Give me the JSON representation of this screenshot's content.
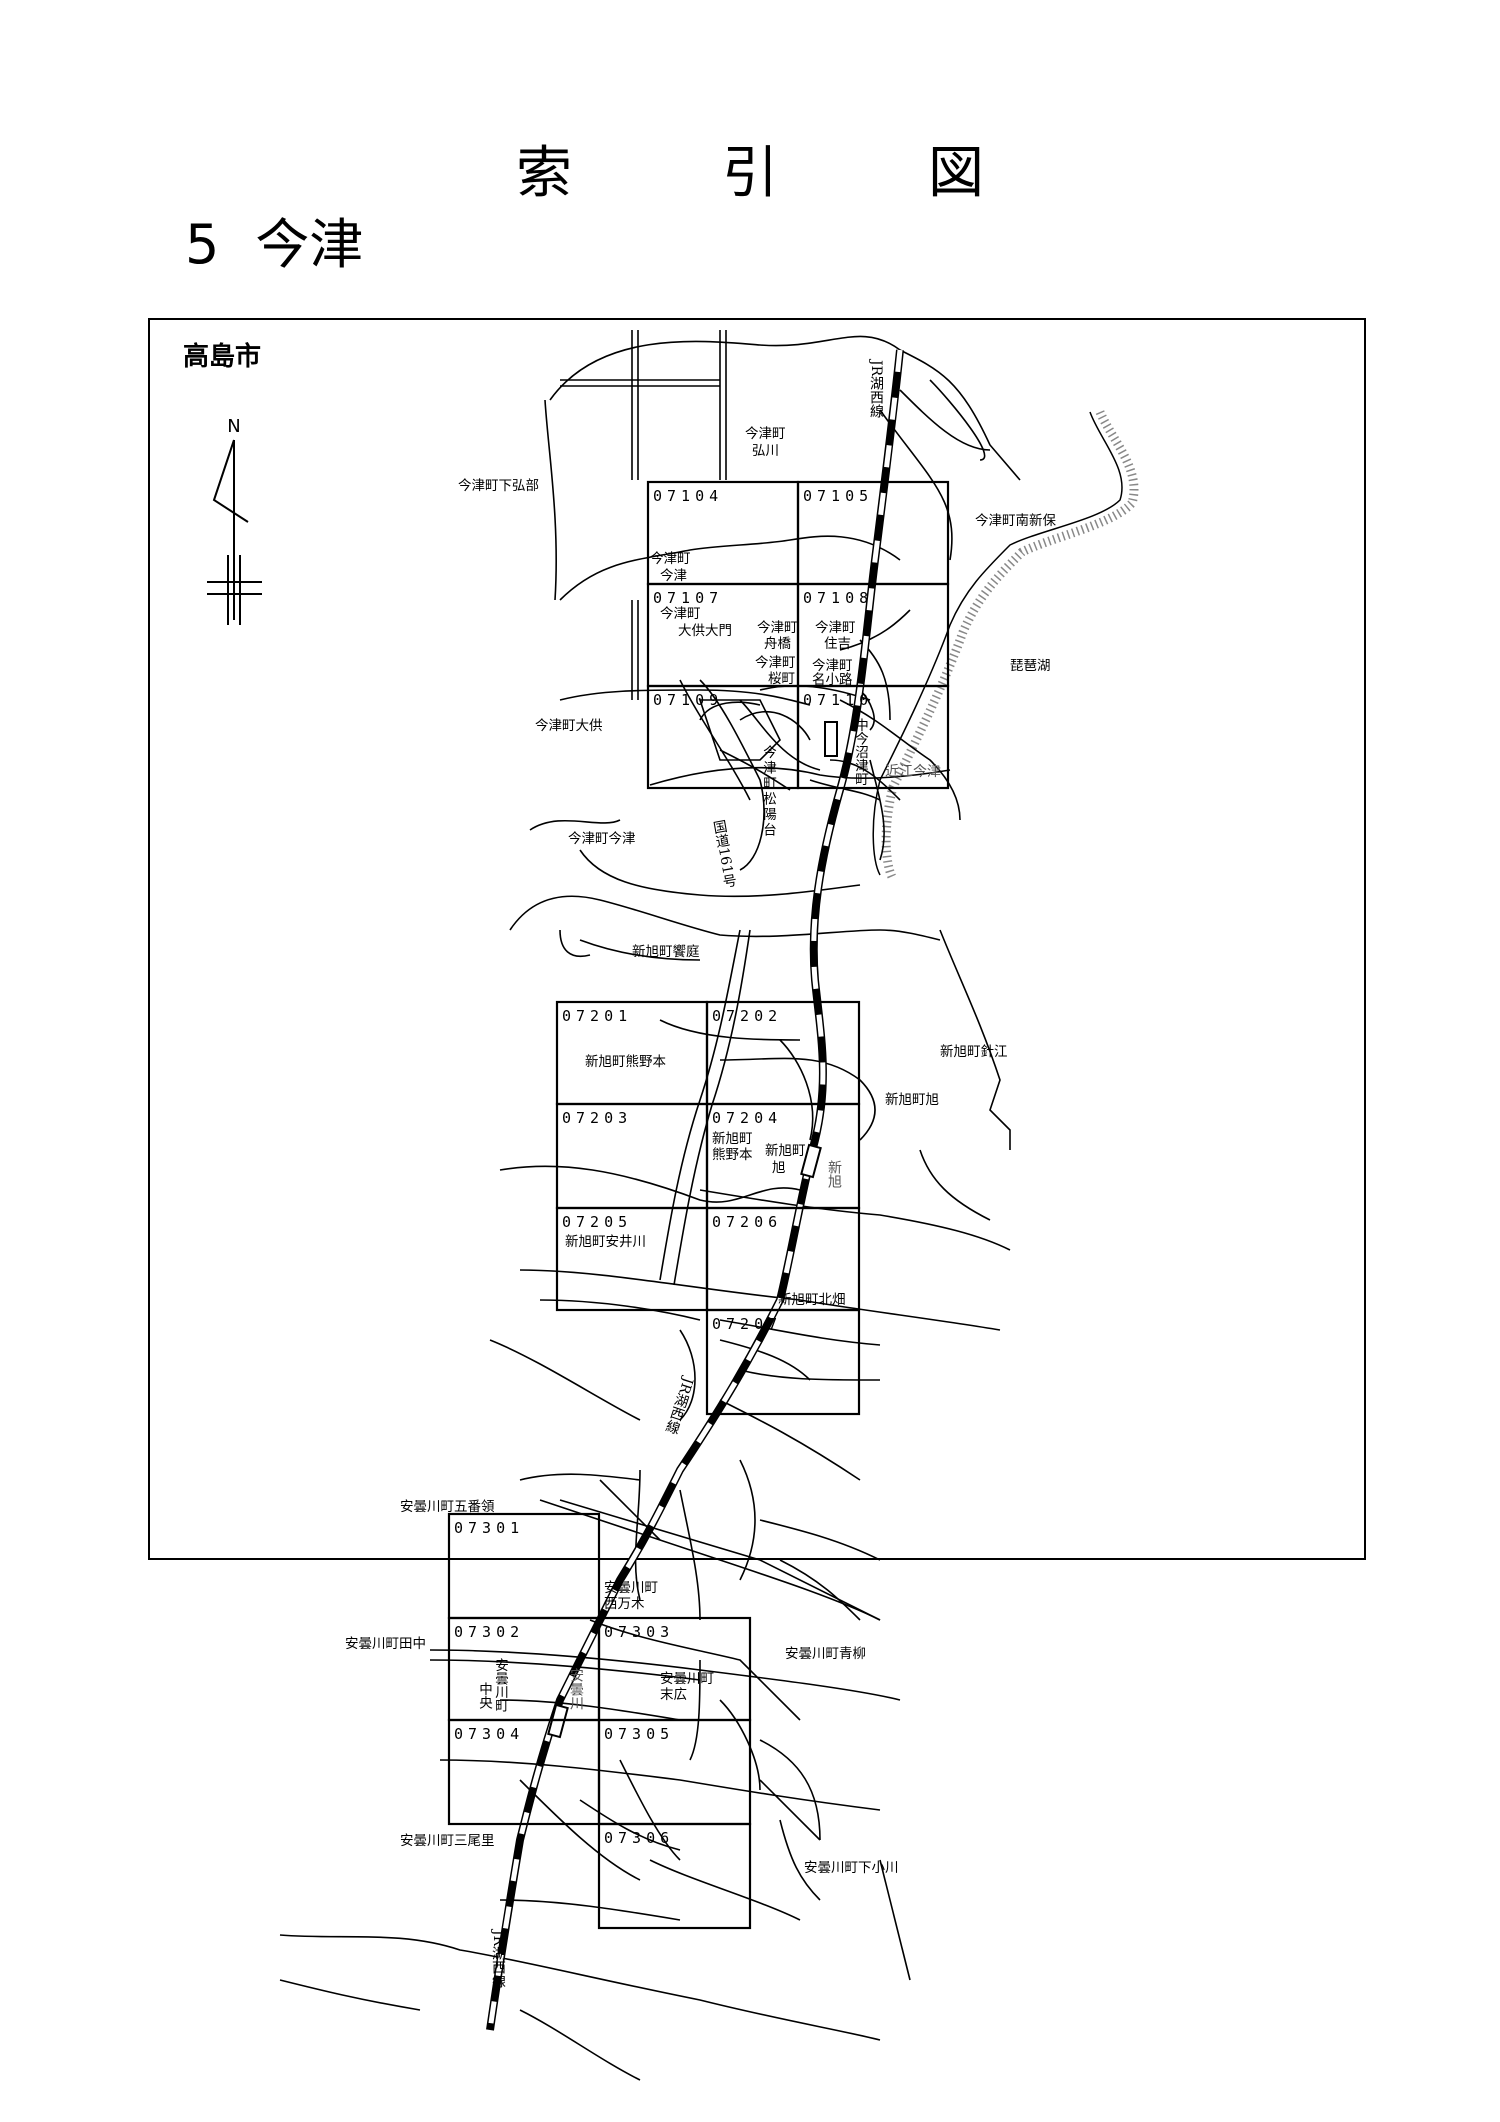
{
  "header": {
    "title": "索引図",
    "section_number": "5",
    "section_name": "今津"
  },
  "map": {
    "city": "高島市",
    "north_label": "N",
    "sheets": {
      "s07104": "07104",
      "s07105": "07105",
      "s07107": "07107",
      "s07108": "07108",
      "s07109": "07109",
      "s07110": "07110",
      "s07201": "07201",
      "s07202": "07202",
      "s07203": "07203",
      "s07204": "07204",
      "s07205": "07205",
      "s07206": "07206",
      "s07207": "07207",
      "s07301": "07301",
      "s07302": "07302",
      "s07303": "07303",
      "s07304": "07304",
      "s07305": "07305",
      "s07306": "07306"
    },
    "places": {
      "hirokawa_1": "今津町",
      "hirokawa_2": "弘川",
      "shimohirobe": "今津町下弘部",
      "minamishinbo": "今津町南新保",
      "imazu_1": "今津町",
      "imazu_2": "今津",
      "daikudaimon_1": "今津町",
      "daikudaimon_2": "大供大門",
      "funabashi_1": "今津町",
      "funabashi_2": "舟橋",
      "sumiyoshi_1": "今津町",
      "sumiyoshi_2": "住吉",
      "sakuramachi_1": "今津町",
      "sakuramachi_2": "桜町",
      "nakoji_1": "今津町",
      "nakoji_2": "名小路",
      "nakanuma": "中今沼津町",
      "shoyodai": "今津町松陽台",
      "daiku": "今津町大供",
      "imazu_imazu": "今津町今津",
      "biwako": "琵琶湖",
      "route161": "国道161号",
      "omi_imazu": "近江今津",
      "aeba": "新旭町饗庭",
      "kumanomoto": "新旭町熊野本",
      "harie": "新旭町針江",
      "asahi": "新旭町旭",
      "kumanomoto_1": "新旭町",
      "kumanomoto_2": "熊野本",
      "asahi_1": "新旭町",
      "asahi_2": "旭",
      "shinasahi_st": "新旭",
      "yasuigawa": "新旭町安井川",
      "kitabata": "新旭町北畑",
      "gobanryo": "安曇川町五番領",
      "nishimangi_1": "安曇川町",
      "nishimangi_2": "西万木",
      "tanaka": "安曇川町田中",
      "aoyagi": "安曇川町青柳",
      "chuo_1": "安曇川町",
      "chuo_2": "中央",
      "adogawa_st": "安曇川",
      "suehiro_1": "安曇川町",
      "suehiro_2": "末広",
      "mionosato": "安曇川町三尾里",
      "shimoogawa": "安曇川町下小川",
      "jr_line": "JR湖西線"
    }
  }
}
